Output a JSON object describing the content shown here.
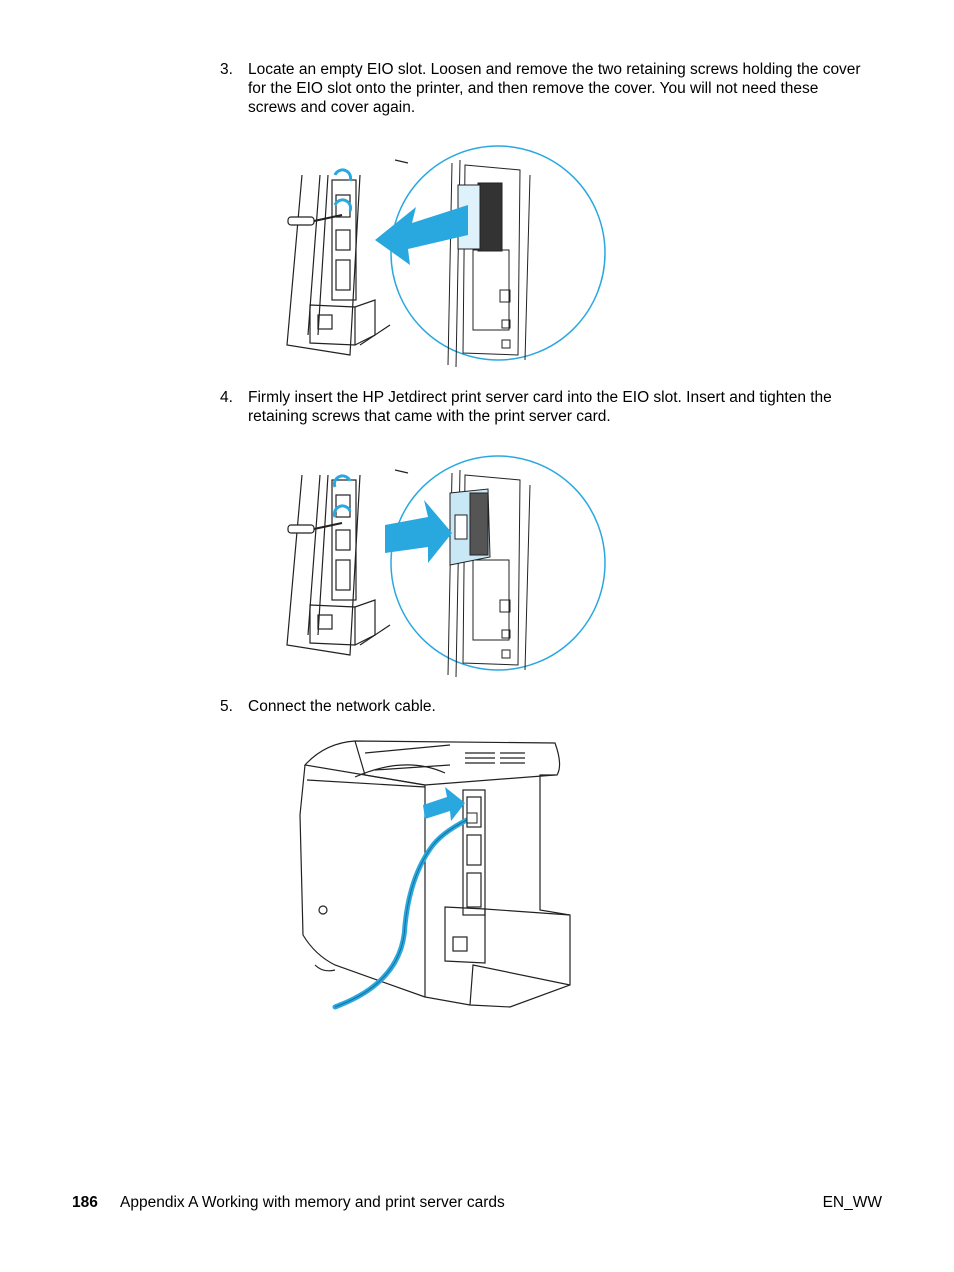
{
  "steps": [
    {
      "number": "3.",
      "text": "Locate an empty EIO slot. Loosen and remove the two retaining screws holding the cover for the EIO slot onto the printer, and then remove the cover. You will not need these screws and cover again."
    },
    {
      "number": "4.",
      "text": "Firmly insert the HP Jetdirect print server card into the EIO slot. Insert and tighten the retaining screws that came with the print server card."
    },
    {
      "number": "5.",
      "text": "Connect the network cable."
    }
  ],
  "footer": {
    "page_number": "186",
    "title": "Appendix A Working with memory and print server cards",
    "edition": "EN_WW"
  },
  "colors": {
    "accent": "#29a8e0",
    "line": "#222222"
  }
}
